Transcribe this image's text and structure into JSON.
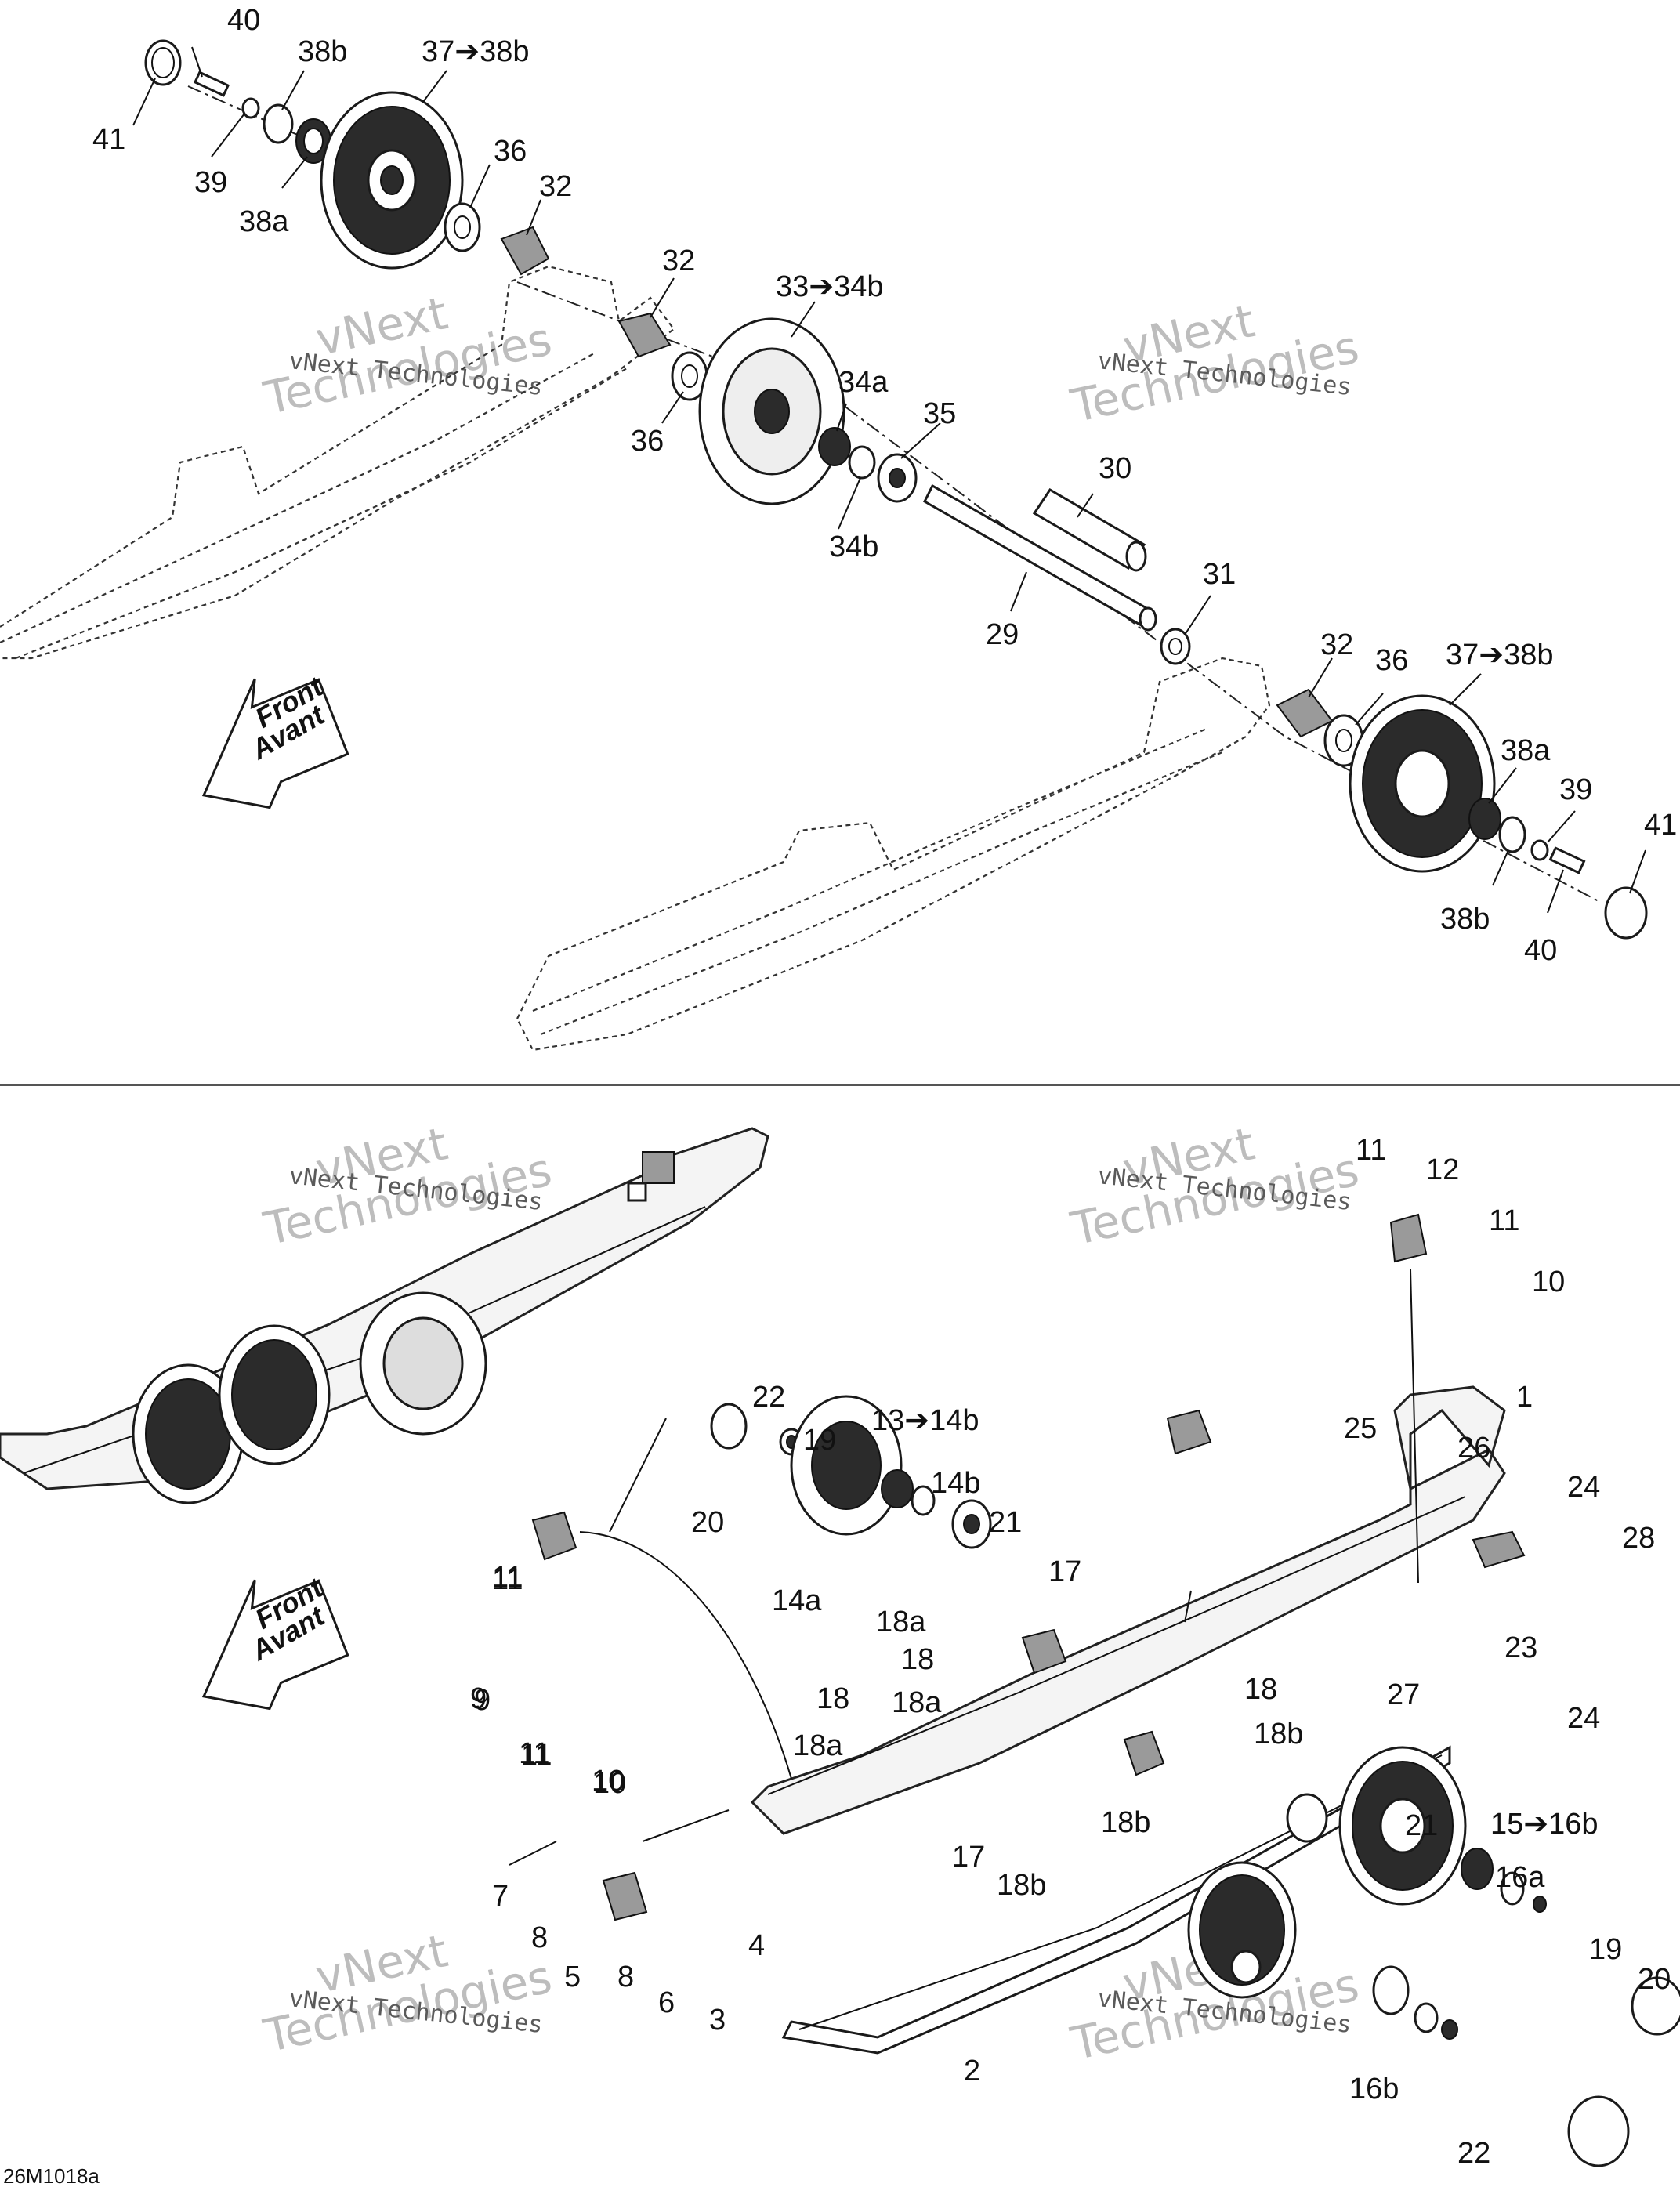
{
  "diagram": {
    "watermark_company": "vNext Technologies",
    "watermark_line1": "vNext",
    "watermark_line2": "Technologies",
    "front_label_1": "Front",
    "front_label_2": "Avant",
    "drawing_code": "26M1018a",
    "callouts_top": [
      "40",
      "38b",
      "37➔38b",
      "41",
      "39",
      "38a",
      "36",
      "32",
      "32",
      "33➔34b",
      "34a",
      "36",
      "35",
      "34b",
      "30",
      "29",
      "31",
      "32",
      "36",
      "37➔38b",
      "38a",
      "39",
      "41",
      "38b",
      "40"
    ],
    "callouts_bottom": [
      "11",
      "12",
      "11",
      "10",
      "22",
      "13➔14b",
      "19",
      "20",
      "14b",
      "21",
      "14a",
      "17",
      "18a",
      "18",
      "18a",
      "18",
      "18a",
      "11",
      "9",
      "11",
      "10",
      "1",
      "25",
      "26",
      "24",
      "28",
      "23",
      "27",
      "24",
      "18",
      "18b",
      "18b",
      "17",
      "18b",
      "21",
      "15➔16b",
      "16a",
      "19",
      "20",
      "16b",
      "22",
      "11",
      "9",
      "11",
      "10",
      "7",
      "8",
      "5",
      "8",
      "6",
      "4",
      "3",
      "2"
    ]
  }
}
